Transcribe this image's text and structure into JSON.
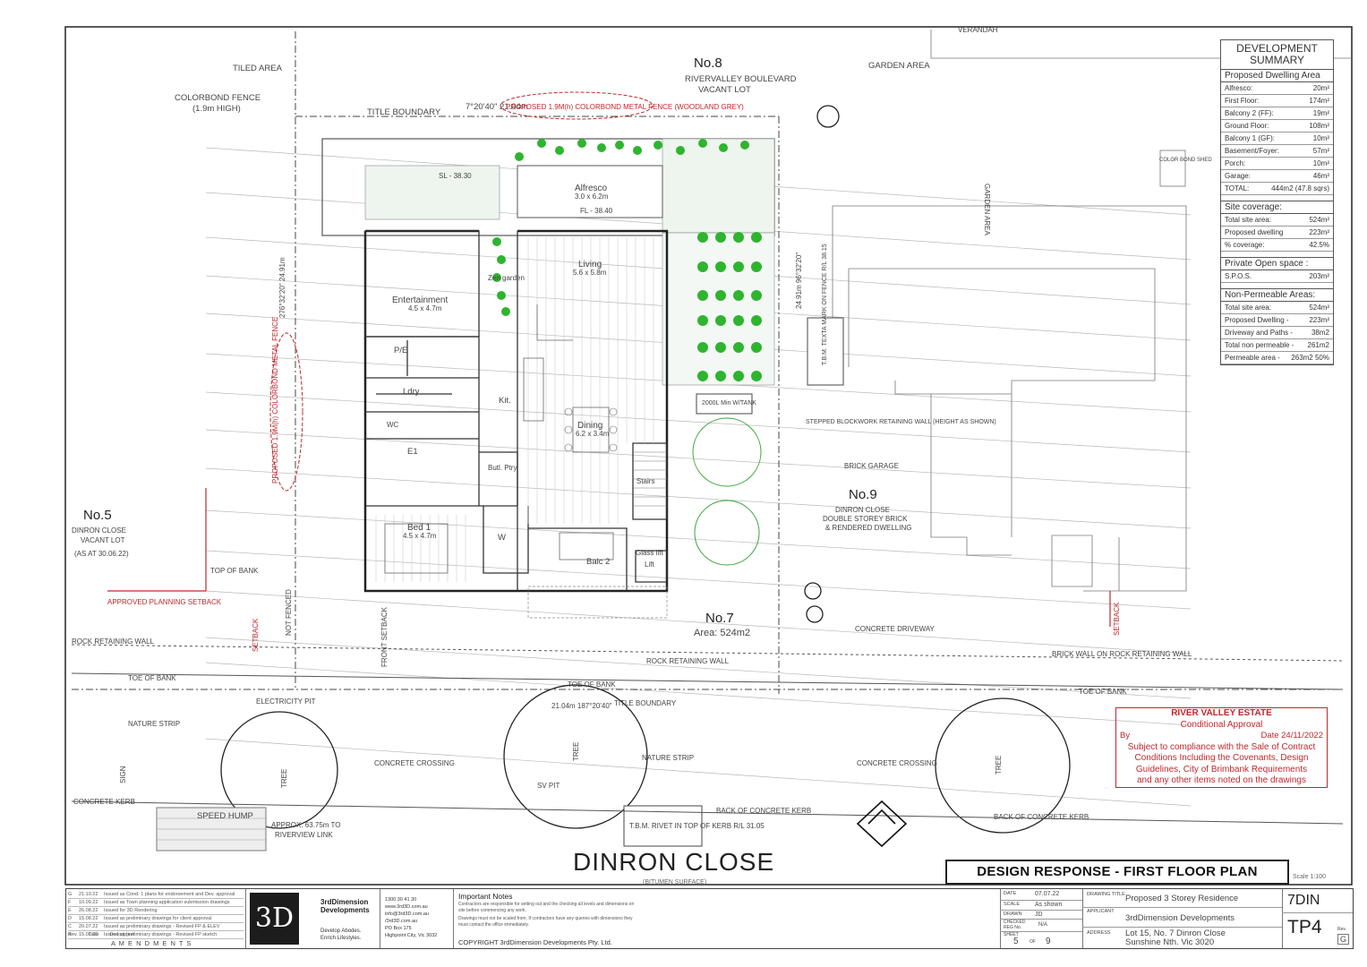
{
  "drawing": {
    "street": "DINRON CLOSE",
    "street_note": "(BITUMEN SURFACE)",
    "design_response": "DESIGN RESPONSE - FIRST FLOOR PLAN",
    "scale_note": "Scale 1:100"
  },
  "lots": {
    "no8": {
      "title": "No.8",
      "sub1": "RIVERVALLEY BOULEVARD",
      "sub2": "VACANT LOT"
    },
    "no7": {
      "title": "No.7",
      "area": "Area: 524m2"
    },
    "no9": {
      "title": "No.9",
      "sub1": "DINRON CLOSE",
      "sub2": "DOUBLE STOREY BRICK",
      "sub3": "& RENDERED DWELLING"
    },
    "no5": {
      "title": "No.5",
      "sub1": "DINRON CLOSE",
      "sub2": "VACANT LOT",
      "sub3": "(AS AT 30.06.22)"
    }
  },
  "rooms": {
    "alfresco": {
      "name": "Alfresco",
      "dim": "3.0 x 6.2m"
    },
    "living": {
      "name": "Living",
      "dim": "5.6 x 5.8m"
    },
    "entertainment": {
      "name": "Entertainment",
      "dim": "4.5 x 4.7m"
    },
    "dining": {
      "name": "Dining",
      "dim": "6.2 x 3.4m"
    },
    "kit": "Kit.",
    "butler": "Butl. Ptry",
    "bed1": {
      "name": "Bed 1",
      "dim": "4.5 x 4.7m"
    },
    "balc2": "Balc 2",
    "ldry": "Ldry",
    "pe": "P/E",
    "wc": "WC",
    "e1": "E1",
    "w": "W",
    "lift": "Lift",
    "glass_lift": "Glass lift",
    "stairs": "Stairs",
    "zen": "Zen garden",
    "tank": "2000L Min W/TANK",
    "tbm_top": "T.B.M. TEXTA MARK ON FENCE R/L 38.15",
    "tbm_bottom": "T.B.M. RIVET IN TOP OF KERB R/L 31.05",
    "sll": "SL - 38.30",
    "fl": "FL - 38.40",
    "garage": "BRICK GARAGE",
    "verandah": "VERANDAH"
  },
  "labels": {
    "colorbond_fence": "COLORBOND FENCE",
    "colorbond_fence_h": "(1.9m HIGH)",
    "tiled_area": "TILED AREA",
    "garden_area": "GARDEN AREA",
    "title_boundary": "TITLE BOUNDARY",
    "proposed_fence_top": "PROPOSED 1.9M(h) COLORBOND METAL FENCE (WOODLAND GREY)",
    "proposed_fence_left": "PROPOSED 1.9M(h) COLORBOND METAL FENCE",
    "top_of_bank": "TOP OF BANK",
    "toe_of_bank": "TOE OF BANK",
    "approved_setback": "APPROVED PLANNING SETBACK",
    "rock_wall": "ROCK RETAINING WALL",
    "brick_wall": "BRICK WALL ON ROCK RETAINING WALL",
    "nature_strip": "NATURE STRIP",
    "concrete_crossing": "CONCRETE CROSSING",
    "concrete_driveway": "CONCRETE DRIVEWAY",
    "back_of_kerb": "BACK OF CONCRETE KERB",
    "concrete_kerb": "CONCRETE KERB",
    "electricity_pit": "ELECTRICITY PIT",
    "speed_hump": "SPEED HUMP",
    "approx": "APPROX. 63.75m TO",
    "riverview_link": "RIVERVIEW LINK",
    "front_setback": "FRONT SETBACK",
    "setback": "SETBACK",
    "not_fenced": "NOT FENCED",
    "stepped_wall": "STEPPED BLOCKWORK RETAINING WALL (HEIGHT AS SHOWN)",
    "bearing_bottom": "21.04m 187°20'40\"",
    "bearing_top": "7°20'40\" 21.04m",
    "bearing_right": "24.91m 96°32'20\"",
    "bearing_left": "276°32'20\" 24.91m",
    "tree": "TREE",
    "sign": "SIGN",
    "sv_pit": "SV PIT",
    "tank_label": "GARDEN AREA",
    "shed": "COLOR BOND SHED"
  },
  "summary": {
    "heading": "DEVELOPMENT SUMMARY",
    "proposed_title": "Proposed Dwelling Area",
    "areas": [
      {
        "k": "Alfresco:",
        "v": "20m²"
      },
      {
        "k": "First Floor:",
        "v": "174m²"
      },
      {
        "k": "Balcony 2 (FF):",
        "v": "19m²"
      },
      {
        "k": "Ground Floor:",
        "v": "108m²"
      },
      {
        "k": "Balcony 1 (GF):",
        "v": "10m²"
      },
      {
        "k": "Basement/Foyer:",
        "v": "57m²"
      },
      {
        "k": "Porch:",
        "v": "10m²"
      },
      {
        "k": "Garage:",
        "v": "46m²"
      },
      {
        "k": "TOTAL:",
        "v": "444m2 (47.8 sqrs)"
      }
    ],
    "coverage_title": "Site coverage:",
    "coverage": [
      {
        "k": "Total site area:",
        "v": "524m²"
      },
      {
        "k": "Proposed dwelling",
        "v": "223m²"
      },
      {
        "k": "% coverage:",
        "v": "42.5%"
      }
    ],
    "pos_title": "Private Open space :",
    "pos": [
      {
        "k": "S.P.O.S.",
        "v": "203m²"
      }
    ],
    "perm_title": "Non-Permeable Areas:",
    "perm": [
      {
        "k": "Total site area:",
        "v": "524m²"
      },
      {
        "k": "Proposed Dwelling -",
        "v": "223m²"
      },
      {
        "k": "Driveway and Paths -",
        "v": "38m2"
      },
      {
        "k": "Total non permeable -",
        "v": "261m2"
      },
      {
        "k": "Permeable area -",
        "v": "263m2 50%"
      }
    ]
  },
  "approval": {
    "title": "RIVER VALLEY ESTATE",
    "subtitle": "Conditional Approval",
    "by": "By",
    "date": "Date 24/11/2022",
    "l1": "Subject to compliance with the Sale of Contract",
    "l2": "Conditions Including the Covenants, Design",
    "l3": "Guidelines, City of Brimbank Requirements",
    "l4": "and any other items noted on the drawings"
  },
  "titleblock": {
    "amendments_label": "A M E N D M E N T S",
    "amend_hdr": [
      "Rev.",
      "Date",
      "Description"
    ],
    "amendments": [
      {
        "rev": "G",
        "date": "21.10.22",
        "desc": "Issued as Cond. 1 plans for endorsement and Dev. approval"
      },
      {
        "rev": "F",
        "date": "10.09.22",
        "desc": "Issued as Town planning application submission drawings"
      },
      {
        "rev": "E",
        "date": "26.08.22",
        "desc": "Issued for 3D Rendering"
      },
      {
        "rev": "D",
        "date": "15.08.22",
        "desc": "Issued as preliminary drawings for client approval"
      },
      {
        "rev": "C",
        "date": "20.07.22",
        "desc": "Issued as preliminary drawings - Revised FP & ELEV"
      },
      {
        "rev": "B",
        "date": "15.07.22",
        "desc": "Issued as preliminary drawings - Revised FP sketch"
      }
    ],
    "company": "3rdDimension Developments",
    "logo": "3D",
    "tagline1": "Develop Abodes.",
    "tagline2": "Enrich Lifestyles.",
    "contacts": [
      "1300 30 41 30",
      "www.3rd3D.com.au",
      "info@3rd3D.com.au",
      "/3rd3D.com.au",
      "PO Box 175",
      "Highpoint City, Vic 3032"
    ],
    "notes_title": "Important Notes",
    "notes": [
      "Contractors are responsible for setting out and the checking all levels and dimensions on site before commencing any work.",
      "Drawings must not be scaled from. If contractors have any queries with dimensions they must contact the office immediately."
    ],
    "copyright": "COPYRIGHT 3rdDimension Developments Pty. Ltd.",
    "date_k": "DATE",
    "date_v": "07.07.22",
    "scale_k": "SCALE",
    "scale_v": "As shown",
    "drawn_k": "DRAWN",
    "drawn_v": "JD",
    "checked_k": "CHECKED",
    "reg_k": "REG No.",
    "reg_v": "N/A",
    "sheet_k": "SHEET",
    "sheet_v": "5",
    "of_k": "OF",
    "of_v": "9",
    "dwg_title_k": "DRAWING TITLE",
    "dwg_title_v": "Proposed 3 Storey Residence",
    "applicant_k": "APPLICANT",
    "applicant_v": "3rdDimension Developments",
    "address_k": "ADDRESS",
    "address_v1": "Lot 15, No. 7 Dinron Close",
    "address_v2": "Sunshine Nth. Vic 3020",
    "job": "7DIN",
    "sheet_no": "TP4",
    "rev_k": "Rev.",
    "rev_v": "G"
  }
}
